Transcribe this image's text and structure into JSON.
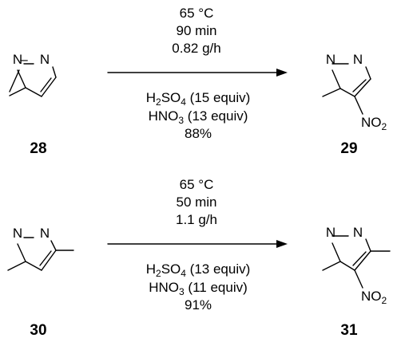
{
  "reactions": [
    {
      "start_label": "28",
      "product_label": "29",
      "above": [
        "65 °C",
        "90 min",
        "0.82 g/h"
      ],
      "reagents": [
        {
          "sym": "H",
          "sub": "2",
          "rest": "SO",
          "sub2": "4",
          "tail": " (15 equiv)"
        },
        {
          "sym": "HNO",
          "sub": "3",
          "rest": "",
          "sub2": "",
          "tail": " (13 equiv)"
        }
      ],
      "yield": "88%"
    },
    {
      "start_label": "30",
      "product_label": "31",
      "above": [
        "65 °C",
        "50 min",
        "1.1 g/h"
      ],
      "reagents": [
        {
          "sym": "H",
          "sub": "2",
          "rest": "SO",
          "sub2": "4",
          "tail": " (13 equiv)"
        },
        {
          "sym": "HNO",
          "sub": "3",
          "rest": "",
          "sub2": "",
          "tail": " (11 equiv)"
        }
      ],
      "yield": "91%"
    }
  ],
  "atoms": {
    "n": "N",
    "no2_main": "NO",
    "no2_sub": "2"
  }
}
